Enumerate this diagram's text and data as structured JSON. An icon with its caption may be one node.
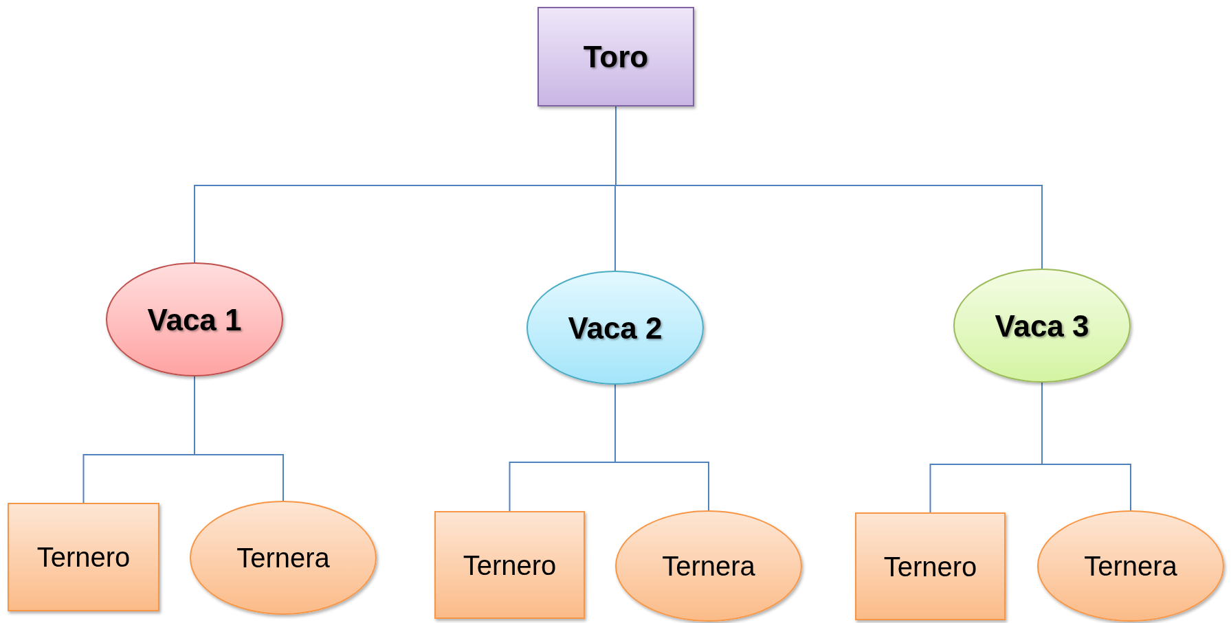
{
  "diagram": {
    "nodes": [
      {
        "text": [
          "Toro"
        ]
      },
      {
        "text": [
          "Vaca 1"
        ]
      },
      {
        "text": [
          "Vaca 2"
        ]
      },
      {
        "text": [
          "Vaca 3"
        ]
      },
      {
        "text": [
          "Ternero"
        ]
      },
      {
        "text": [
          "Ternera"
        ]
      },
      {
        "text": [
          "Ternero"
        ]
      },
      {
        "text": [
          "Ternera"
        ]
      },
      {
        "text": [
          "Ternero"
        ]
      },
      {
        "text": [
          "Ternera"
        ]
      }
    ],
    "edges": [
      {
        "from": 0,
        "to": 1,
        "arrow": "none"
      },
      {
        "from": 0,
        "to": 2,
        "arrow": "none"
      },
      {
        "from": 0,
        "to": 3,
        "arrow": "none"
      },
      {
        "from": 1,
        "to": 4,
        "arrow": "none"
      },
      {
        "from": 1,
        "to": 5,
        "arrow": "none"
      },
      {
        "from": 2,
        "to": 6,
        "arrow": "none"
      },
      {
        "from": 2,
        "to": 7,
        "arrow": "none"
      },
      {
        "from": 3,
        "to": 8,
        "arrow": "none"
      },
      {
        "from": 3,
        "to": 9,
        "arrow": "none"
      }
    ]
  }
}
